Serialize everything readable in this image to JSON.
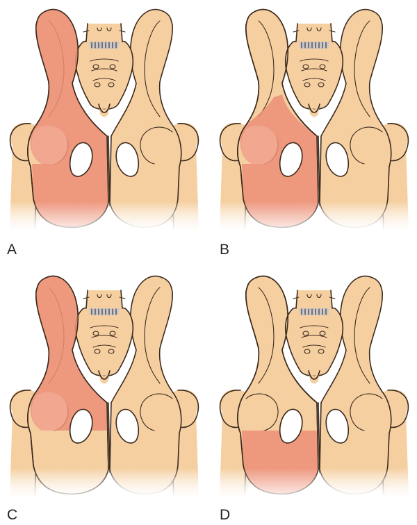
{
  "colors": {
    "background": "#ffffff",
    "bone": "#f5cfa0",
    "bone_shadow": "#eab98a",
    "highlight": "#ec8e78",
    "highlight_light": "#f2a892",
    "outline": "#3b2a1e",
    "disc": "#b9b9bd"
  },
  "panels": [
    {
      "label": "A",
      "highlighted_regions": [
        "ilium",
        "acetabulum",
        "ischium",
        "pubis"
      ]
    },
    {
      "label": "B",
      "highlighted_regions": [
        "lower-ilium",
        "acetabulum",
        "ischium",
        "pubis"
      ]
    },
    {
      "label": "C",
      "highlighted_regions": [
        "ilium",
        "acetabulum"
      ]
    },
    {
      "label": "D",
      "highlighted_regions": [
        "ischium",
        "pubis"
      ]
    }
  ]
}
